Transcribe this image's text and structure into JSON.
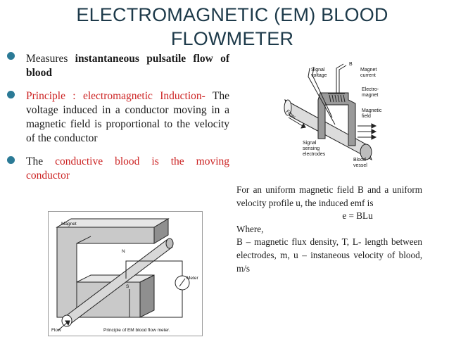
{
  "title": {
    "line1": "ELECTROMAGNETIC (EM) BLOOD",
    "line2": "FLOWMETER"
  },
  "bullets": {
    "b1": {
      "measures": "Measures",
      "bold": "instantaneous pulsatile flow of blood"
    },
    "b2": {
      "principle": "Principle : electromagnetic Induction-",
      "text": "The voltage induced in a conductor moving in a magnetic field is proportional to the velocity of  the conductor"
    },
    "b3": {
      "the": "The",
      "red": "conductive blood is the moving conductor"
    }
  },
  "figure1": {
    "labels": {
      "signal_voltage": [
        "Signal",
        "voltage"
      ],
      "magnet_current": [
        "Magnet",
        "current"
      ],
      "electro_magnet": [
        "Electro-",
        "magnet"
      ],
      "magnetic_field": [
        "Magnetic",
        "field"
      ],
      "flow": "Flow",
      "signal_electrodes": [
        "Signal",
        "sensing",
        "electrodes"
      ],
      "blood_vessel": [
        "Blood",
        "vessel"
      ],
      "b": "B"
    }
  },
  "figure2": {
    "labels": {
      "magnet": "Magnet",
      "n": "N",
      "s": "S",
      "meter": "Meter",
      "flow": "Flow",
      "caption": "Principle of EM blood flow meter."
    }
  },
  "note": {
    "intro": "For an uniform magnetic field B and a uniform velocity profile u, the induced emf  is",
    "equation": "e = BLu",
    "where": "Where,",
    "definition": "B – magnetic flux density, T, L- length between electrodes, m, u – instaneous velocity of blood, m/s"
  },
  "colors": {
    "title": "#1d3a4a",
    "bullet_dot": "#2b7a96",
    "highlight": "#cc2222"
  }
}
